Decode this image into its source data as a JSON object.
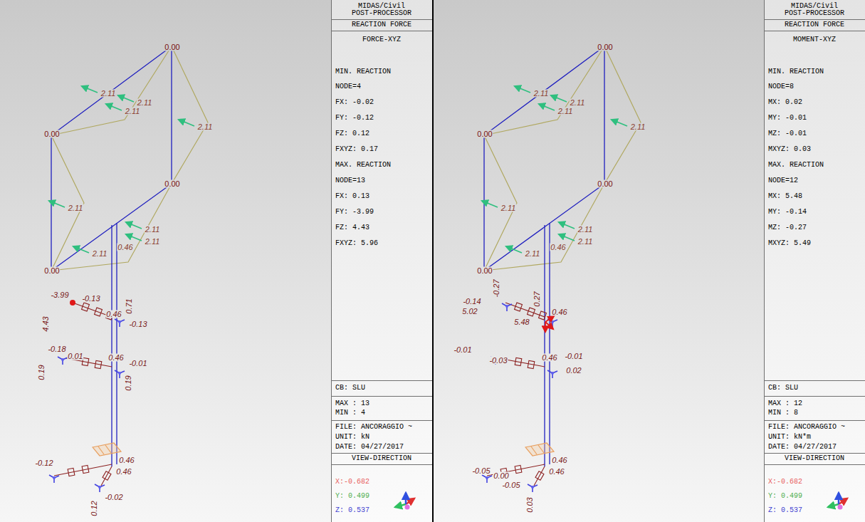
{
  "diagram": {
    "labels": [
      "0.00",
      "0.00",
      "0.00",
      "0.00",
      "2.11",
      "2.11",
      "2.11",
      "2.11",
      "2.11",
      "2.11",
      "0.46",
      "2.11",
      "2.11",
      "-3.99",
      "-0.13",
      "4.43",
      "0.46",
      "0.71",
      "-0.13",
      "-0.18",
      "0.01",
      "0.19",
      "0.46",
      "-0.01",
      "0.19",
      "-0.12",
      "0.46",
      "0.46",
      "-0.02",
      "0.12",
      "MIDAS/Civil",
      "POST-PROCESSOR",
      "REACTION FORCE",
      "FORCE-XYZ",
      "MIN. REACTION",
      "NODE=4",
      "FX: -0.02",
      "FY: -0.12",
      "FZ: 0.12",
      "FXYZ: 0.17",
      "MAX. REACTION",
      "NODE=13",
      "FX: 0.13",
      "FY: -3.99",
      "FZ: 4.43",
      "FXYZ: 5.96",
      "CB: SLU",
      "MAX : 13",
      "MIN : 4",
      "FILE: ANCORAGGIO ~",
      "UNIT: kN",
      "DATE: 04/27/2017",
      "VIEW-DIRECTION",
      "X:-0.682",
      "Y: 0.499",
      "Z: 0.537",
      "0.00",
      "0.00",
      "0.00",
      "0.00",
      "2.11",
      "2.11",
      "2.11",
      "2.11",
      "2.11",
      "2.11",
      "0.46",
      "2.11",
      "2.11",
      "-0.27",
      "-0.14",
      "5.02",
      "0.27",
      "5.48",
      "0.46",
      "-0.01",
      "-0.03",
      "0.46",
      "-0.01",
      "0.02",
      "-0.05",
      "0.00",
      "0.46",
      "0.46",
      "-0.05",
      "0.03",
      "MIDAS/Civil",
      "POST-PROCESSOR",
      "REACTION FORCE",
      "MOMENT-XYZ",
      "MIN. REACTION",
      "NODE=8",
      "MX: 0.02",
      "MY: -0.01",
      "MZ: -0.01",
      "MXYZ: 0.03",
      "MAX. REACTION",
      "NODE=12",
      "MX: 5.48",
      "MY: -0.14",
      "MZ: -0.27",
      "MXYZ: 5.49",
      "CB: SLU",
      "MAX : 12",
      "MIN : 8",
      "FILE: ANCORAGGIO ~",
      "UNIT: kN*m",
      "DATE: 04/27/2017",
      "VIEW-DIRECTION",
      "X:-0.682",
      "Y: 0.499",
      "Z: 0.537"
    ]
  }
}
